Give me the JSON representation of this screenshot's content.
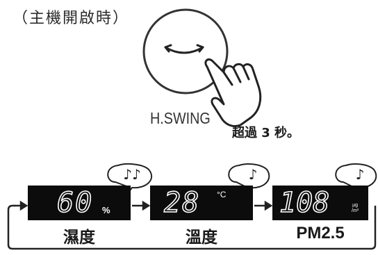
{
  "condition_text": "（主機開啟時）",
  "swing_button": {
    "label": "H.SWING",
    "instruction": "超過 3 秒。"
  },
  "modes": [
    {
      "value": "60",
      "unit": "%",
      "label": "濕度",
      "beeps": "♪♪"
    },
    {
      "value": "28",
      "unit": "°C",
      "label": "溫度",
      "beeps": "♪"
    },
    {
      "value": "108",
      "unit": "μg/m³",
      "unit_top": "μg",
      "unit_bottom": "/m³",
      "label": "PM2.5",
      "beeps": "♪"
    }
  ],
  "icons": [
    "hand-press-icon",
    "swing-arrows-icon",
    "speech-bubble-icon",
    "arrow-right-icon",
    "loop-arrow-icon"
  ],
  "colors": {
    "display_bg": "#0c0c0c",
    "display_fg": "#ffffff",
    "line": "#222222"
  }
}
